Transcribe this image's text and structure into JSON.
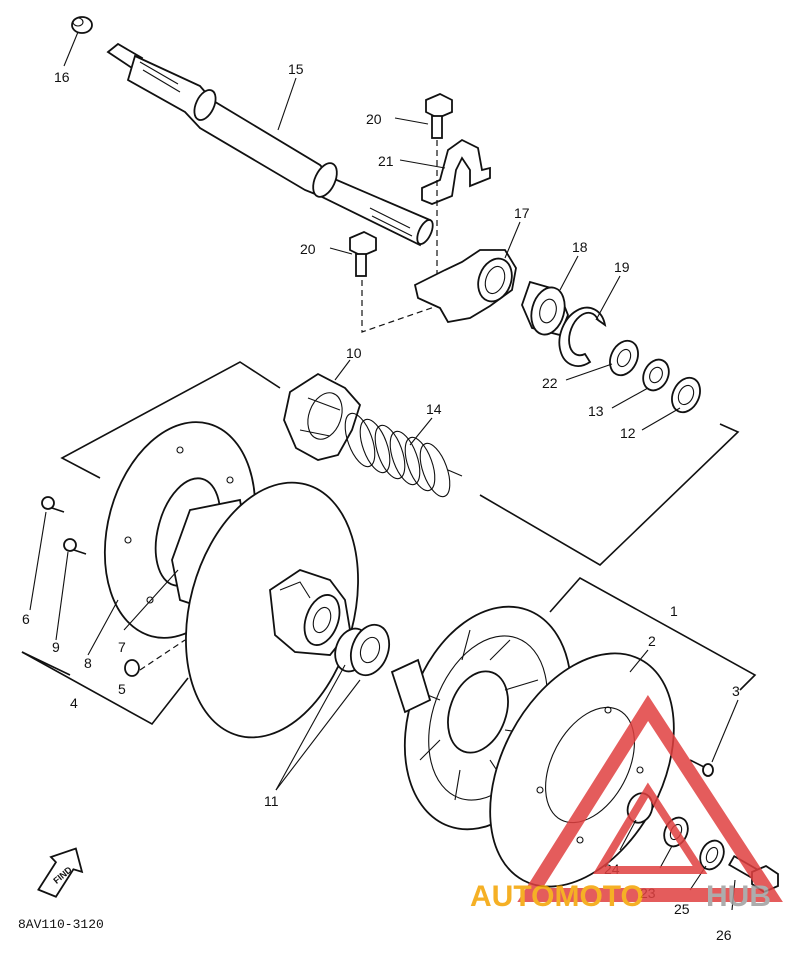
{
  "labels": {
    "p1": "1",
    "p2": "2",
    "p3": "3",
    "p4": "4",
    "p5": "5",
    "p6": "6",
    "p7": "7",
    "p8": "8",
    "p9": "9",
    "p10": "10",
    "p11": "11",
    "p12": "12",
    "p13": "13",
    "p14": "14",
    "p15": "15",
    "p16": "16",
    "p17": "17",
    "p18": "18",
    "p19": "19",
    "p20a": "20",
    "p20b": "20",
    "p21": "21",
    "p22": "22",
    "p23": "23",
    "p24": "24",
    "p25": "25",
    "p26": "26"
  },
  "diagram_code": "8AV110-3120",
  "find_arrow_label": "FIND",
  "watermark": {
    "part1": "AUTOMOTO",
    "part2": "HUB",
    "color1": "#f4a300",
    "color2": "#9e9e9e",
    "triangle_color": "#e04040"
  }
}
